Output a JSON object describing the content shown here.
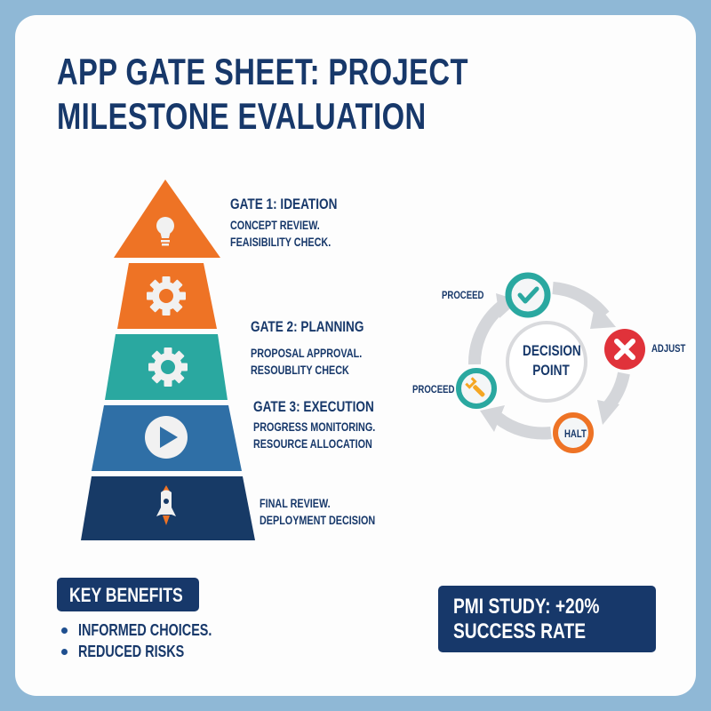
{
  "title": {
    "line1": "APP GATE SHEET: PROJECT",
    "line2": "MILESTONE EVALUATION"
  },
  "colors": {
    "navy": "#17386a",
    "orange": "#ee7325",
    "teal": "#2aa8a0",
    "blue": "#2f6fa6",
    "dark_navy": "#173a66",
    "red": "#e0323a",
    "gray_arrow": "#d4d6da",
    "frame": "#8fb8d6"
  },
  "pyramid": {
    "layers": [
      {
        "id": "gate1",
        "color": "orange",
        "icon": "lightbulb-icon"
      },
      {
        "id": "gate1b",
        "color": "orange",
        "icon": "gear-icon"
      },
      {
        "id": "gate2",
        "color": "teal",
        "icon": "gear-icon"
      },
      {
        "id": "gate3",
        "color": "blue",
        "icon": "play-icon"
      },
      {
        "id": "final",
        "color": "dark_navy",
        "icon": "rocket-icon"
      }
    ]
  },
  "gates": [
    {
      "title": "GATE 1: IDEATION",
      "desc1": "CONCEPT REVIEW.",
      "desc2": "FEAISIBILITY CHECK."
    },
    {
      "title": "GATE 2: PLANNING",
      "desc1": "PROPOSAL APPROVAL.",
      "desc2": "RESOUBLITY CHECK"
    },
    {
      "title": "GATE 3: EXECUTION",
      "desc1": "PROGRESS MONITORING.",
      "desc2": "RESOURCE ALLOCATION"
    },
    {
      "title": "",
      "desc1": "FINAL REVIEW.",
      "desc2": "DEPLOYMENT DECISION"
    }
  ],
  "decision_cycle": {
    "center_line1": "DECISION",
    "center_line2": "POINT",
    "nodes": [
      {
        "label": "PROCEED",
        "icon": "checkmark-icon",
        "color": "teal"
      },
      {
        "label": "ADJUST",
        "icon": "x-icon",
        "color": "red"
      },
      {
        "label": "HALT",
        "icon": "",
        "color": "orange"
      },
      {
        "label": "PROCEED",
        "icon": "wrench-icon",
        "color": "teal"
      }
    ]
  },
  "benefits": {
    "heading": "KEY BENEFITS",
    "items": [
      "INFORMED CHOICES.",
      "REDUCED RISKS"
    ]
  },
  "stat": {
    "line1": "PMI STUDY: +20%",
    "line2": "SUCCESS RATE",
    "icon": "growth-chart-icon"
  }
}
